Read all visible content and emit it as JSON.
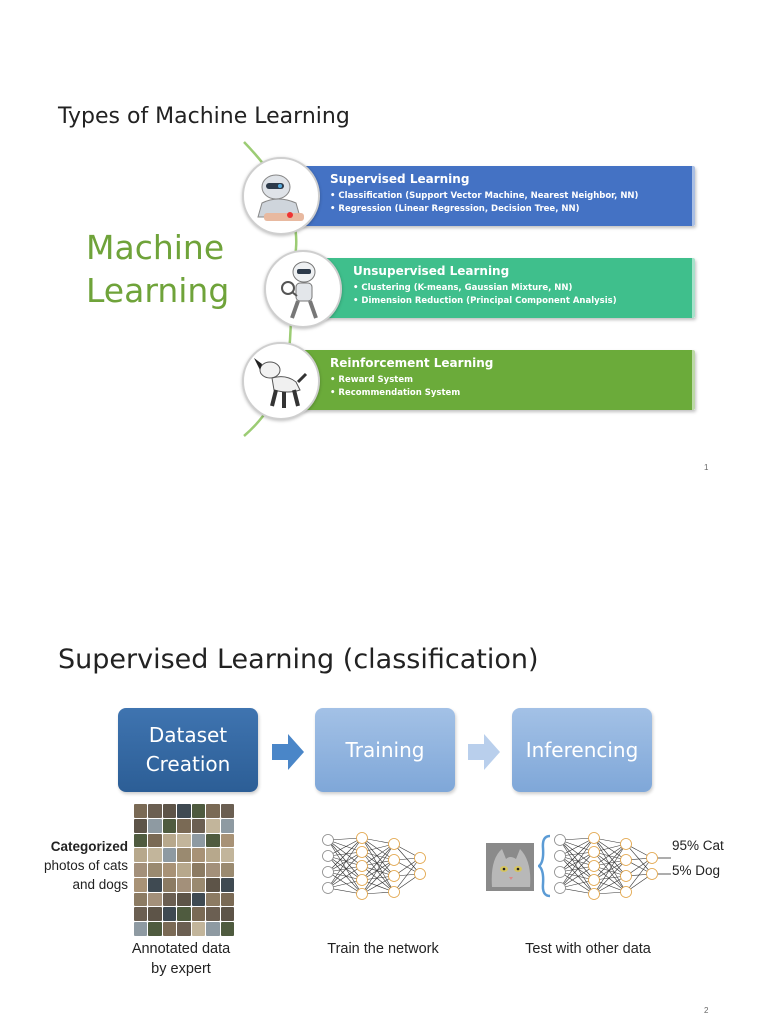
{
  "slide1": {
    "title": "Types of Machine Learning",
    "ml_label_line1": "Machine",
    "ml_label_line2": "Learning",
    "page_number": "1",
    "types": [
      {
        "title": "Supervised Learning",
        "items": [
          "Classification (Support Vector Machine, Nearest Neighbor, NN)",
          "Regression (Linear Regression, Decision Tree, NN)"
        ],
        "color": "#4472c4"
      },
      {
        "title": "Unsupervised Learning",
        "items": [
          "Clustering (K-means, Gaussian Mixture, NN)",
          "Dimension Reduction (Principal Component Analysis)"
        ],
        "color": "#3fbf8c"
      },
      {
        "title": "Reinforcement Learning",
        "items": [
          "Reward System",
          "Recommendation System"
        ],
        "color": "#6bab3a"
      }
    ],
    "accent_color": "#6fa33a"
  },
  "slide2": {
    "title": "Supervised Learning (classification)",
    "page_number": "2",
    "steps": [
      "Dataset\nCreation",
      "Training",
      "Inferencing"
    ],
    "categorized_bold": "Categorized",
    "categorized_rest": "photos of cats and dogs",
    "captions": [
      "Annotated data\nby expert",
      "Train the network",
      "Test with other data"
    ],
    "outputs": [
      "95% Cat",
      "5% Dog"
    ],
    "colors": {
      "dark_box": "#2c5e96",
      "light_box": "#8db0dc",
      "arrow_dark": "#4a86c8",
      "arrow_light": "#b9cfec"
    }
  }
}
